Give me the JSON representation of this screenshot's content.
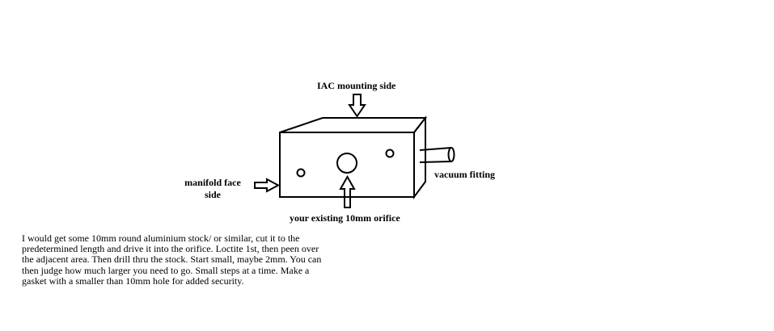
{
  "labels": {
    "iac": "IAC mounting side",
    "vacuum": "vacuum fitting",
    "orifice": "your existing 10mm orifice",
    "manifold_line1": "manifold face",
    "manifold_line2": "side"
  },
  "note_lines": [
    "I would get some 10mm round aluminium stock/ or similar, cut it to the",
    "predetermined length and drive it into the orifice. Loctite 1st, then peen over",
    "the adjacent area. Then drill thru the stock. Start small, maybe 2mm. You can",
    "then judge how much larger you need to go. Small steps at a time. Make a",
    "gasket with a smaller than 10mm hole for added security."
  ]
}
